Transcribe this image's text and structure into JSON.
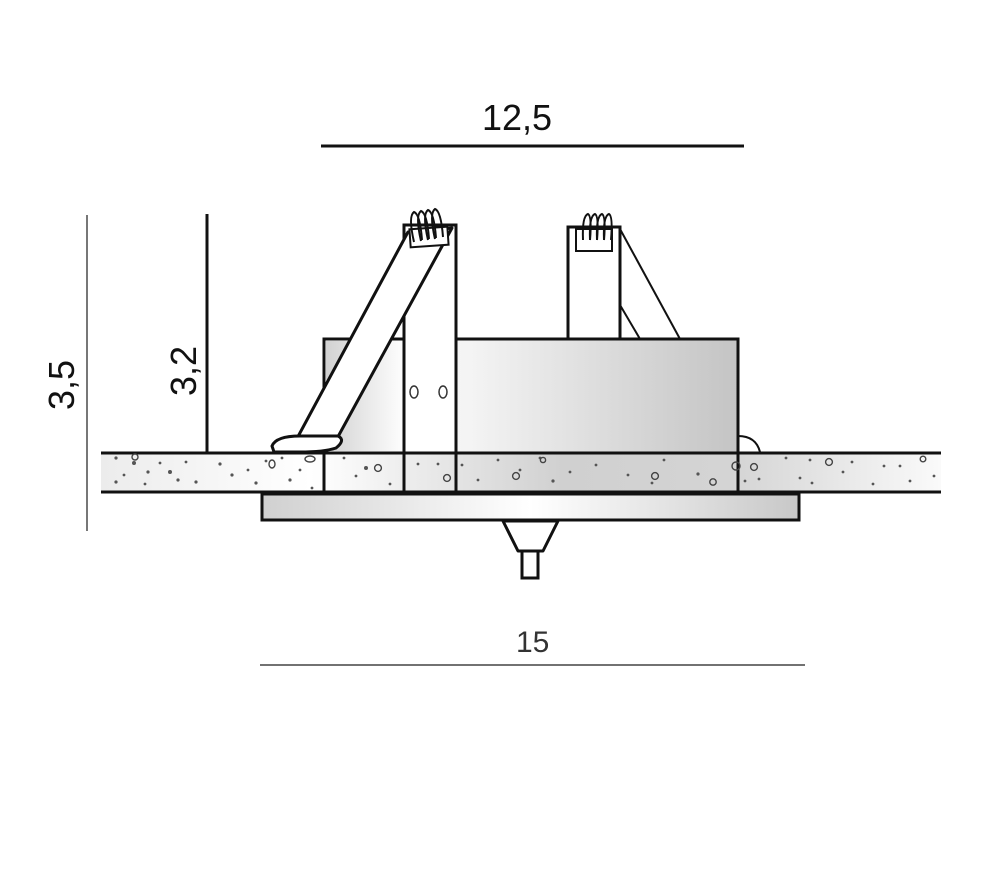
{
  "diagram": {
    "subject": "recessed downlight fitting, side section view",
    "units_shown": false,
    "dimensions": {
      "top_width": {
        "label": "12,5",
        "value": 12.5
      },
      "bottom_width": {
        "label": "15",
        "value": 15
      },
      "total_height": {
        "label": "3,5",
        "value": 3.5
      },
      "inner_height": {
        "label": "3,2",
        "value": 3.2
      }
    },
    "parts": [
      "ceiling-board",
      "housing-body",
      "left-spring-clip",
      "right-spring-clip",
      "trim-ring",
      "lamp-connector"
    ],
    "colors": {
      "line": "#111111",
      "dim_line_light": "#555555",
      "fill_gray": "#c8c8c8",
      "background": "#ffffff"
    }
  }
}
